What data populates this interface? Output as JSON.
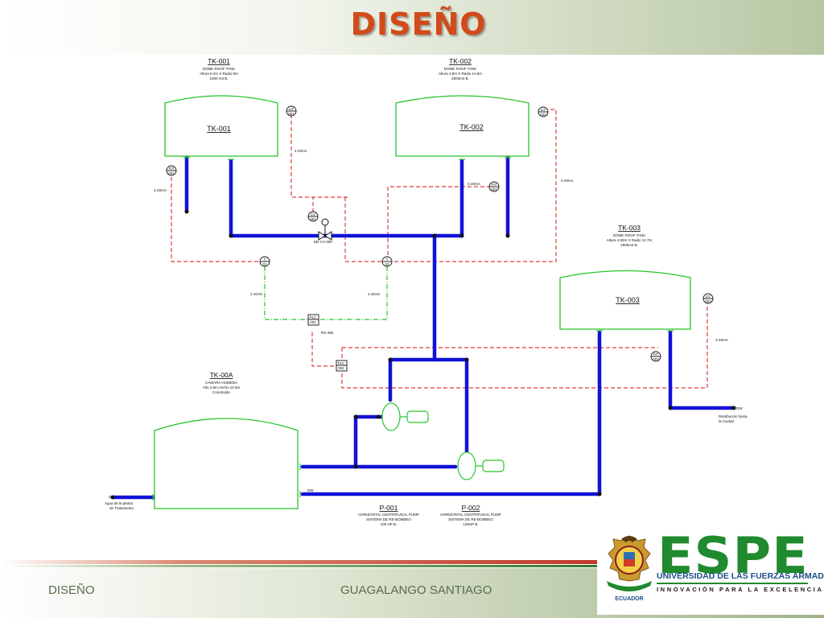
{
  "slide": {
    "title": "DISEÑO"
  },
  "footer": {
    "left_label": "DISEÑO",
    "center_label": "GUAGALANGO SANTIAGO"
  },
  "logo": {
    "wordmark": "ESPE",
    "university": "UNIVERSIDAD DE LAS FUERZAS ARMADAS",
    "motto": "INNOVACIÓN PARA LA EXCELENCIA",
    "seal_text": "ECUADOR"
  },
  "colors": {
    "title": "#d24a1a",
    "tank_outline": "#27c52b",
    "pipe": "#1212d8",
    "signal_wired": "#e23b3b",
    "signal_wireless": "#27c52b",
    "label_text": "#111111"
  },
  "tanks": {
    "tk001": {
      "header": "TK-001",
      "type": "DOME ROOF TANK",
      "dims": "Altura 5.4m X Radio 9m",
      "capacity": "1000 m3 B.",
      "label": "TK-001"
    },
    "tk002": {
      "header": "TK-002",
      "type": "DOME ROOF TANK",
      "dims": "Altura 3.8m X Radio 14.5m",
      "capacity": "2500m3 B.",
      "label": "TK-002"
    },
    "tk003": {
      "header": "TK-003",
      "type": "DOME ROOF TANK",
      "dims": "Altura 4.80m X Radio 12.7m",
      "capacity": "2500m3 B.",
      "label": "TK-003"
    },
    "tk00a": {
      "header": "TK-00A",
      "type": "CAMARA HUMEDA",
      "dims": "Alto 2.8m Ancho 12.5m",
      "capacity": "Construido",
      "label": ""
    }
  },
  "pumps": {
    "p001": {
      "tag": "P-001",
      "type": "HORIZONTAL CENTRIFUGAL PUMP",
      "system": "SISTEMA DE RE-BOMBEO",
      "power": "100 HP B."
    },
    "p002": {
      "tag": "P-002",
      "type": "HORIZONTAL CENTRIFUGAL PUMP",
      "system": "SISTEMA DE RE-BOMBEO",
      "power": "125HP B."
    }
  },
  "instruments": {
    "lit1": [
      "LIT",
      "001"
    ],
    "lit2": [
      "LIT",
      "002"
    ],
    "lit3": [
      "LIT",
      "003"
    ],
    "fit1": [
      "FIT",
      "001"
    ],
    "fit2": [
      "FIT",
      "002"
    ],
    "fit3": [
      "FIT",
      "003"
    ],
    "cv": [
      "CV",
      "001"
    ],
    "ft1": [
      "T",
      "01"
    ],
    "ft2": [
      "T",
      "02"
    ],
    "plc1": [
      "PLC",
      "001"
    ],
    "plc2": [
      "PLC",
      "002"
    ]
  },
  "signals": {
    "ma_1": "4-20mA",
    "ma_2": "4-20mA",
    "ma_3": "4-20mA",
    "ma_4": "4-20mA",
    "ma_5": "4-20mA",
    "ghz_1": "2.4GHz",
    "ghz_2": "2.4GHz",
    "rs485": "RS-485",
    "valve_tag": "BD-CV-300"
  },
  "flows": {
    "inlet_tag": "DW",
    "inlet_note_1": "Agua de la planta",
    "inlet_note_2": "de Tratamiento",
    "outlet_tag": "DW",
    "outlet_note_1": "Distribución hacia",
    "outlet_note_2": "la Ciudad",
    "line_tag": "DW"
  }
}
